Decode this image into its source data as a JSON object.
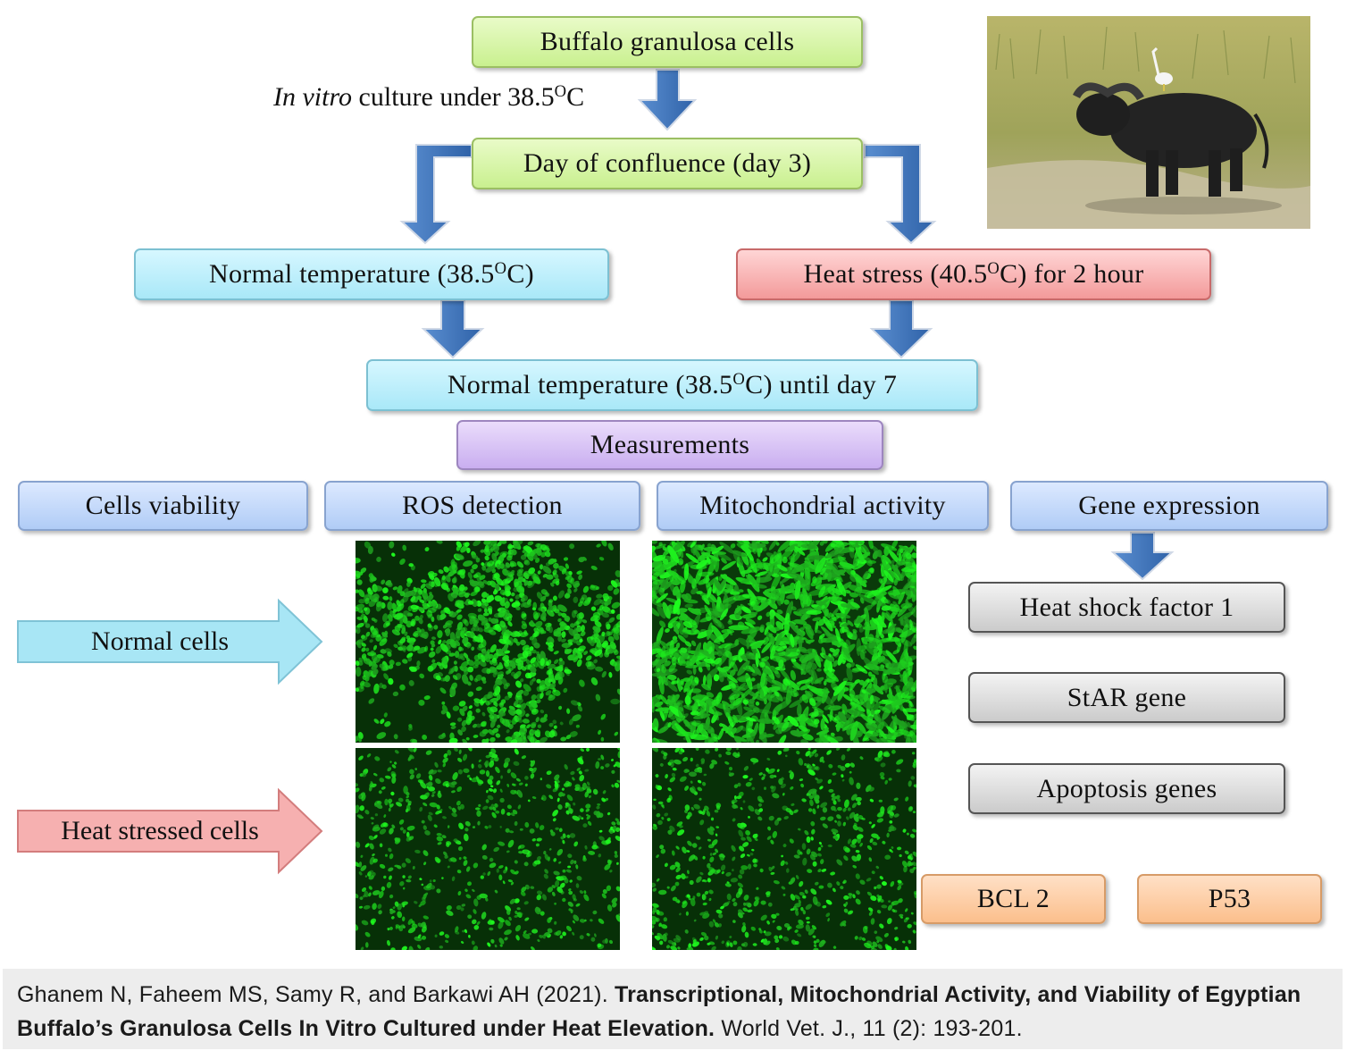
{
  "boxes": {
    "buffalo": "Buffalo granulosa cells",
    "confluence": "Day of confluence (day 3)",
    "normal_temp": {
      "pre": "Normal temperature (38.5",
      "sup": "O",
      "post": "C)"
    },
    "heat_stress": {
      "pre": "Heat stress (40.5",
      "sup": "O",
      "post": "C) for 2 hour"
    },
    "until_day7": {
      "pre": "Normal temperature (38.5",
      "sup": "O",
      "post": "C) until day 7"
    },
    "measurements": "Measurements",
    "cells_viability": "Cells viability",
    "ros_detection": "ROS detection",
    "mitochondrial_activity": "Mitochondrial activity",
    "gene_expression": "Gene expression",
    "heat_shock_factor": "Heat shock factor 1",
    "star_gene": "StAR gene",
    "apoptosis_genes": "Apoptosis genes",
    "bcl2": "BCL 2",
    "p53": "P53"
  },
  "culture_label": {
    "italic": "In vitro",
    "rest": " culture under 38.5",
    "sup": "O",
    "post": "C"
  },
  "row_arrows": {
    "normal_cells": "Normal cells",
    "heat_stressed_cells": "Heat stressed cells"
  },
  "caption": {
    "authors": "Ghanem N, Faheem MS, Samy R, and Barkawi AH (2021). ",
    "title": "Transcriptional, Mitochondrial Activity, and Viability of Egyptian Buffalo’s Granulosa Cells In Vitro Cultured under Heat Elevation.",
    "journal": " World Vet. J., 11 (2): 193-201."
  },
  "colors": {
    "arrow_blue": "#3d70b3",
    "fluorescence_green": "#2ecf2e",
    "normal_arrow": "#a8e6f5",
    "heat_arrow": "#f3a0a0"
  },
  "images": [
    {
      "name": "buffalo-photo",
      "content": "cape buffalo with egret on back in grassland"
    },
    {
      "name": "ros-normal-micrograph",
      "content": "green fluorescence clusters"
    },
    {
      "name": "mito-normal-micrograph",
      "content": "green fluorescent elongated cells"
    },
    {
      "name": "ros-heat-micrograph",
      "content": "sparse green fluorescent cells"
    },
    {
      "name": "mito-heat-micrograph",
      "content": "sparse green fluorescent cells"
    }
  ]
}
